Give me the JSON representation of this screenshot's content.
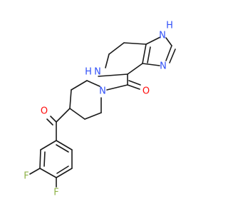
{
  "molecule": {
    "atom_labels": {
      "imidazole_nh": "H",
      "imidazole_n1": "N",
      "imidazole_n3": "N",
      "ring_nh_n": "N",
      "ring_nh_h": "H",
      "amide_n": "N",
      "amide_o": "O",
      "ketone_o": "O",
      "fluoro_meta": "F",
      "fluoro_para": "F"
    },
    "colors": {
      "bond": "#1a1a1a",
      "nitrogen": "#3050F8",
      "oxygen": "#FF0D0D",
      "fluorine": "#8FB348"
    }
  }
}
